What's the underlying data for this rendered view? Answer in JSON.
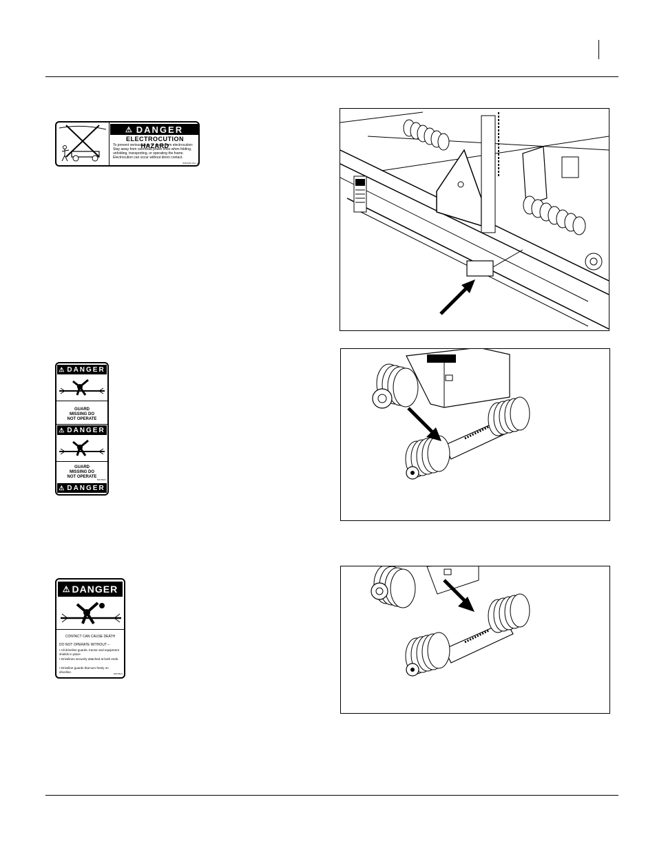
{
  "decals": {
    "electrocution": {
      "signal_word": "DANGER",
      "hazard": "ELECTROCUTION HAZARD",
      "line1": "To prevent serious injury or death from electrocution:",
      "bullet": "Stay away from overhead power lines when folding, unfolding, transporting, or operating the frame. Electrocution can occur without direct contact.",
      "part_no": "838-094C Rev. A"
    },
    "guard_missing": {
      "signal_word": "DANGER",
      "message": "GUARD MISSING DO NOT OPERATE",
      "part_no": "818-552C"
    },
    "driveline": {
      "signal_word": "DANGER",
      "message": "CONTACT CAN CAUSE DEATH",
      "instruction": "DO NOT OPERATE WITHOUT –",
      "bullets": [
        "All driveline guards, tractor and equipment shields in place",
        "Drivelines securely attached at both ends.",
        "Driveline guards that turn freely on driveline."
      ],
      "part_no": "818-552C"
    }
  },
  "colors": {
    "ink": "#000000",
    "paper": "#ffffff",
    "label_gray": "#bbbbbb"
  }
}
